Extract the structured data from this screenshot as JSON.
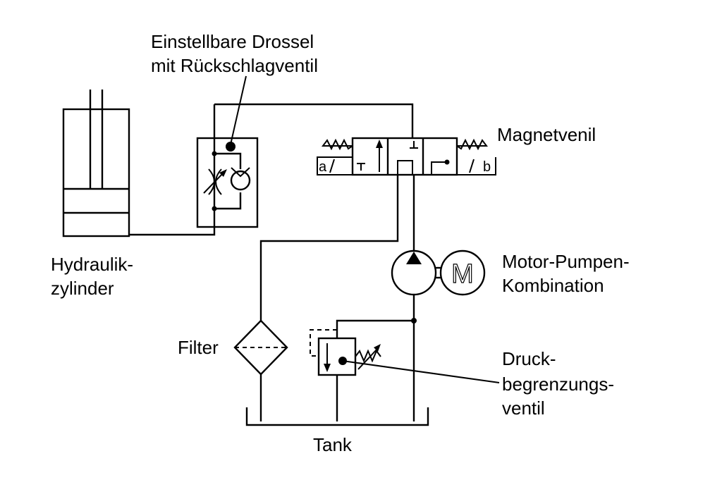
{
  "labels": {
    "throttle_line1": "Einstellbare Drossel",
    "throttle_line2": "mit Rückschlagventil",
    "magnet_valve": "Magnetvenil",
    "cylinder_line1": "Hydraulik-",
    "cylinder_line2": "zylinder",
    "motor_line1": "Motor-Pumpen-",
    "motor_line2": "Kombination",
    "filter": "Filter",
    "relief_line1": "Druck-",
    "relief_line2": "begrenzungs-",
    "relief_line3": "ventil",
    "tank": "Tank",
    "solenoid_a": "a",
    "solenoid_b": "b",
    "motor_symbol": "M"
  }
}
